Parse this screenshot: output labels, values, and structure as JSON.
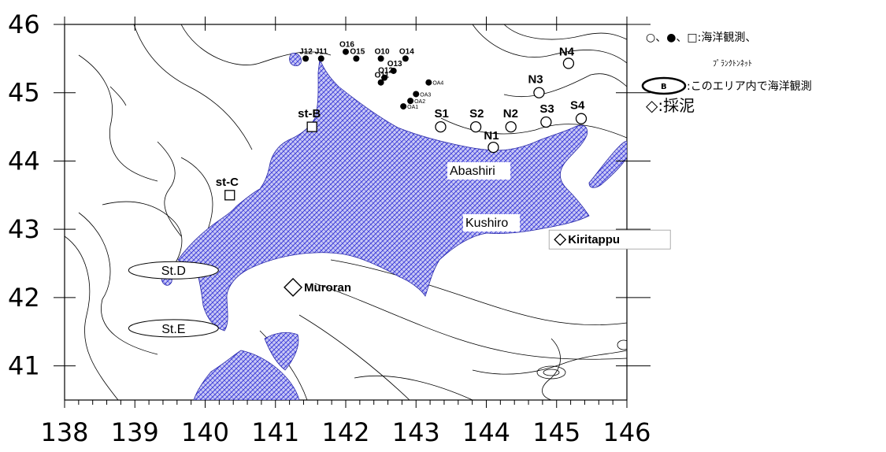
{
  "axes": {
    "x_ticks": [
      "138",
      "139",
      "140",
      "141",
      "142",
      "143",
      "144",
      "145",
      "146"
    ],
    "y_ticks": [
      "46",
      "45",
      "44",
      "43",
      "42",
      "41"
    ]
  },
  "stations": {
    "circles": [
      {
        "label": "S1",
        "lon": 143.35,
        "lat": 44.5
      },
      {
        "label": "S2",
        "lon": 143.85,
        "lat": 44.5
      },
      {
        "label": "N1",
        "lon": 144.1,
        "lat": 44.2
      },
      {
        "label": "N2",
        "lon": 144.35,
        "lat": 44.5
      },
      {
        "label": "S3",
        "lon": 144.85,
        "lat": 44.57
      },
      {
        "label": "N3",
        "lon": 144.75,
        "lat": 45.0
      },
      {
        "label": "S4",
        "lon": 145.35,
        "lat": 44.62
      },
      {
        "label": "N4",
        "lon": 145.17,
        "lat": 45.43
      }
    ],
    "dots": [
      {
        "label": "J12",
        "lon": 141.43,
        "lat": 45.5
      },
      {
        "label": "J11",
        "lon": 141.65,
        "lat": 45.5
      },
      {
        "label": "O16",
        "lon": 142.0,
        "lat": 45.6
      },
      {
        "label": "O15",
        "lon": 142.15,
        "lat": 45.5
      },
      {
        "label": "O10",
        "lon": 142.5,
        "lat": 45.5
      },
      {
        "label": "O14",
        "lon": 142.85,
        "lat": 45.5
      },
      {
        "label": "O13",
        "lon": 142.68,
        "lat": 45.32
      },
      {
        "label": "O12",
        "lon": 142.55,
        "lat": 45.22
      },
      {
        "label": "O11",
        "lon": 142.5,
        "lat": 45.15
      },
      {
        "label": "OA4",
        "lon": 143.18,
        "lat": 45.15
      },
      {
        "label": "OA3",
        "lon": 143.0,
        "lat": 44.98
      },
      {
        "label": "OA2",
        "lon": 142.92,
        "lat": 44.88
      },
      {
        "label": "OA1",
        "lon": 142.82,
        "lat": 44.8
      }
    ],
    "squares": [
      {
        "label": "st-B",
        "lon": 141.52,
        "lat": 44.5
      },
      {
        "label": "st-C",
        "lon": 140.35,
        "lat": 43.5
      }
    ],
    "ellipses": [
      {
        "label": "St.D",
        "lon": 139.55,
        "lat": 42.4
      },
      {
        "label": "St.E",
        "lon": 139.55,
        "lat": 41.55
      }
    ],
    "diamonds": [
      {
        "label": "Muroran",
        "lon": 141.25,
        "lat": 42.15
      },
      {
        "label": "Kiritappu",
        "lon": 145.05,
        "lat": 42.85
      }
    ]
  },
  "places": {
    "abashiri": "Abashiri",
    "kushiro": "Kushiro"
  },
  "legend": {
    "row1": "○、●、□:海洋観測、",
    "row1b": "ﾌﾟﾗﾝｸﾄﾝﾈｯﾄ",
    "row2_badge": "B",
    "row2": ":このエリア内で海洋観測",
    "row3": "◇:採泥"
  },
  "colors": {
    "land_hatch": "#3a3ad8",
    "land_fill": "#c9c9f5",
    "ink": "#000000"
  }
}
